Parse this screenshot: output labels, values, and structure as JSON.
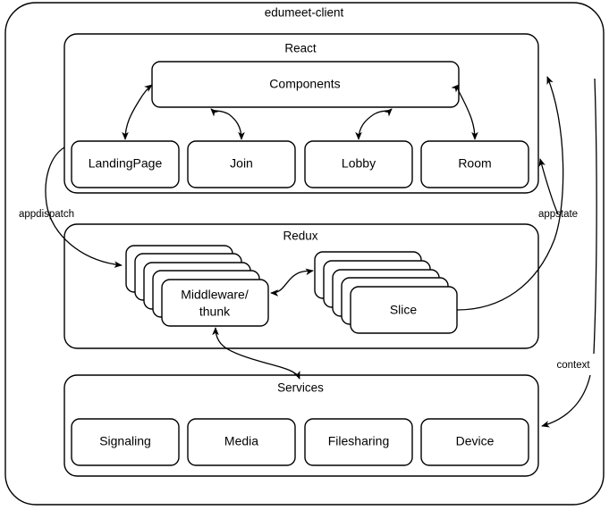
{
  "diagram": {
    "title": "edumeet-client",
    "type": "architecture-block-diagram",
    "stroke_color": "#000000",
    "fill_color": "#ffffff",
    "background_color": "#ffffff",
    "layers": [
      {
        "id": "react",
        "label": "React",
        "nodes": [
          {
            "id": "components",
            "label": "Components",
            "kind": "box"
          },
          {
            "id": "landingpage",
            "label": "LandingPage",
            "kind": "box"
          },
          {
            "id": "join",
            "label": "Join",
            "kind": "box"
          },
          {
            "id": "lobby",
            "label": "Lobby",
            "kind": "box"
          },
          {
            "id": "room",
            "label": "Room",
            "kind": "box"
          }
        ]
      },
      {
        "id": "redux",
        "label": "Redux",
        "nodes": [
          {
            "id": "middleware",
            "label": "Middleware/",
            "label2": "thunk",
            "kind": "stack",
            "cards": 5
          },
          {
            "id": "slice",
            "label": "Slice",
            "kind": "stack",
            "cards": 5
          }
        ]
      },
      {
        "id": "services",
        "label": "Services",
        "nodes": [
          {
            "id": "signaling",
            "label": "Signaling",
            "kind": "box"
          },
          {
            "id": "media",
            "label": "Media",
            "kind": "box"
          },
          {
            "id": "filesharing",
            "label": "Filesharing",
            "kind": "box"
          },
          {
            "id": "device",
            "label": "Device",
            "kind": "box"
          }
        ]
      }
    ],
    "edge_labels": [
      {
        "id": "appdispatch",
        "label": "appdispatch",
        "from": "react",
        "to": "middleware"
      },
      {
        "id": "appstate",
        "label": "appstate",
        "from": "slice",
        "to": "react"
      },
      {
        "id": "context",
        "label": "context",
        "from": "react",
        "to": "services"
      }
    ],
    "edges": [
      {
        "from": "components",
        "to": "landingpage",
        "arrows": "both"
      },
      {
        "from": "components",
        "to": "join",
        "arrows": "both"
      },
      {
        "from": "components",
        "to": "lobby",
        "arrows": "both"
      },
      {
        "from": "components",
        "to": "room",
        "arrows": "both"
      },
      {
        "from": "middleware",
        "to": "slice",
        "arrows": "both"
      },
      {
        "from": "services",
        "to": "middleware",
        "arrows": "to"
      }
    ]
  }
}
